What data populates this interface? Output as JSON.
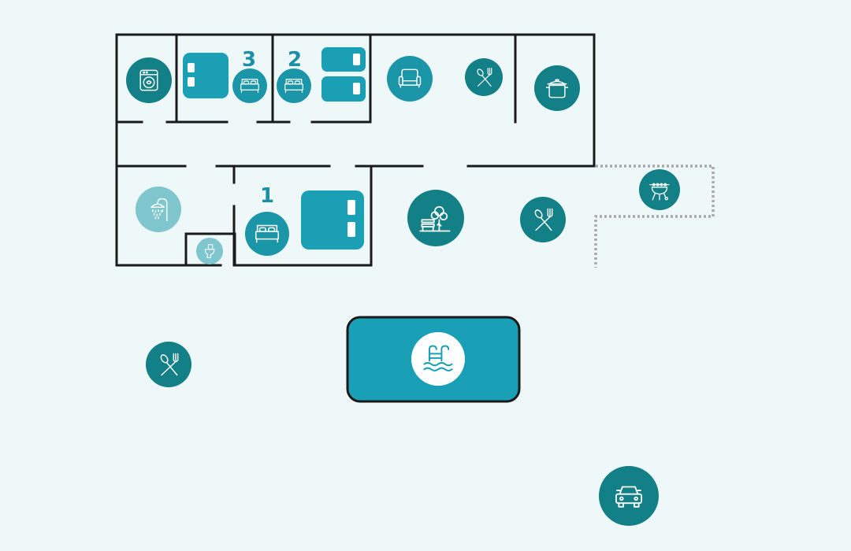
{
  "rooms": {
    "bedroom_3": {
      "number": "3",
      "beds": [
        "double-bed-icon"
      ],
      "extra_beds": 1
    },
    "bedroom_2": {
      "number": "2",
      "beds": [
        "double-bed-icon"
      ],
      "extra_beds": 2
    },
    "bedroom_1": {
      "number": "1",
      "beds": [
        "double-bed-icon"
      ],
      "extra_beds": 1
    }
  },
  "icons": [
    "washing-machine-icon",
    "double-bed-icon",
    "sofa-icon",
    "dining-icon",
    "cooking-pot-icon",
    "shower-icon",
    "toilet-icon",
    "garden-bench-icon",
    "barbecue-icon",
    "swimming-pool-icon",
    "car-icon"
  ],
  "colors": {
    "background": "#eef8f8",
    "wall": "#1a1a1a",
    "teal_dark": "#137f86",
    "teal": "#1b9aaa",
    "teal_light": "#7fc6cf",
    "pool": "#1aa0b6",
    "outdoor_boundary": "#a8a8a8"
  }
}
